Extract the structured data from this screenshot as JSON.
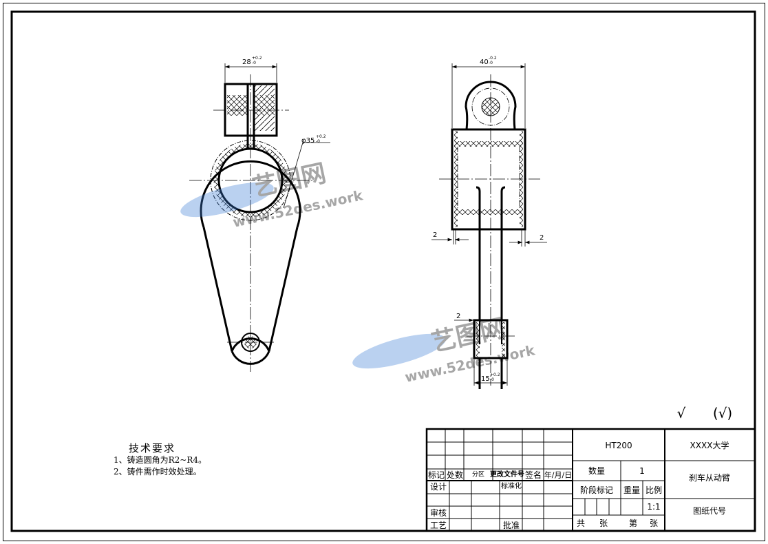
{
  "drawing": {
    "dimensions": {
      "front_width": "28",
      "front_width_tol_upper": "+0.2",
      "front_width_tol_lower": "-0",
      "bore_dia": "φ35",
      "bore_tol_upper": "+0.2",
      "bore_tol_lower": "-0",
      "side_width": "40",
      "side_width_tol_upper": "-0.2",
      "side_width_tol_lower": "-0",
      "wall_left": "2",
      "wall_right": "2",
      "boss_wall": "2",
      "boss_width": "15",
      "boss_tol_upper": "+0.2",
      "boss_tol_lower": "-0"
    },
    "roughness": {
      "symbol": "√",
      "general": "(√)"
    },
    "watermark": {
      "logo_text": "艺图网",
      "url": "www.52des.work"
    }
  },
  "notes": {
    "title": "技术要求",
    "items": [
      "1、铸造圆角为R2~R4。",
      "2、铸件需作时效处理。"
    ]
  },
  "title_block": {
    "revision_headers": [
      "标记",
      "处数",
      "分区",
      "更改文件号",
      "签名",
      "年/月/日"
    ],
    "roles": {
      "design": "设计",
      "standardization": "标准化",
      "review": "审核",
      "process": "工艺",
      "approve": "批准"
    },
    "material": "HT200",
    "quantity_label": "数量",
    "quantity": "1",
    "stage_label": "阶段标记",
    "weight_label": "重量",
    "scale_label": "比例",
    "scale": "1:1",
    "sheets_total_label": "共",
    "sheets_unit1": "张",
    "sheet_no_label": "第",
    "sheets_unit2": "张",
    "organization": "XXXX大学",
    "part_name": "刹车从动臂",
    "drawing_no_label": "图纸代号"
  }
}
